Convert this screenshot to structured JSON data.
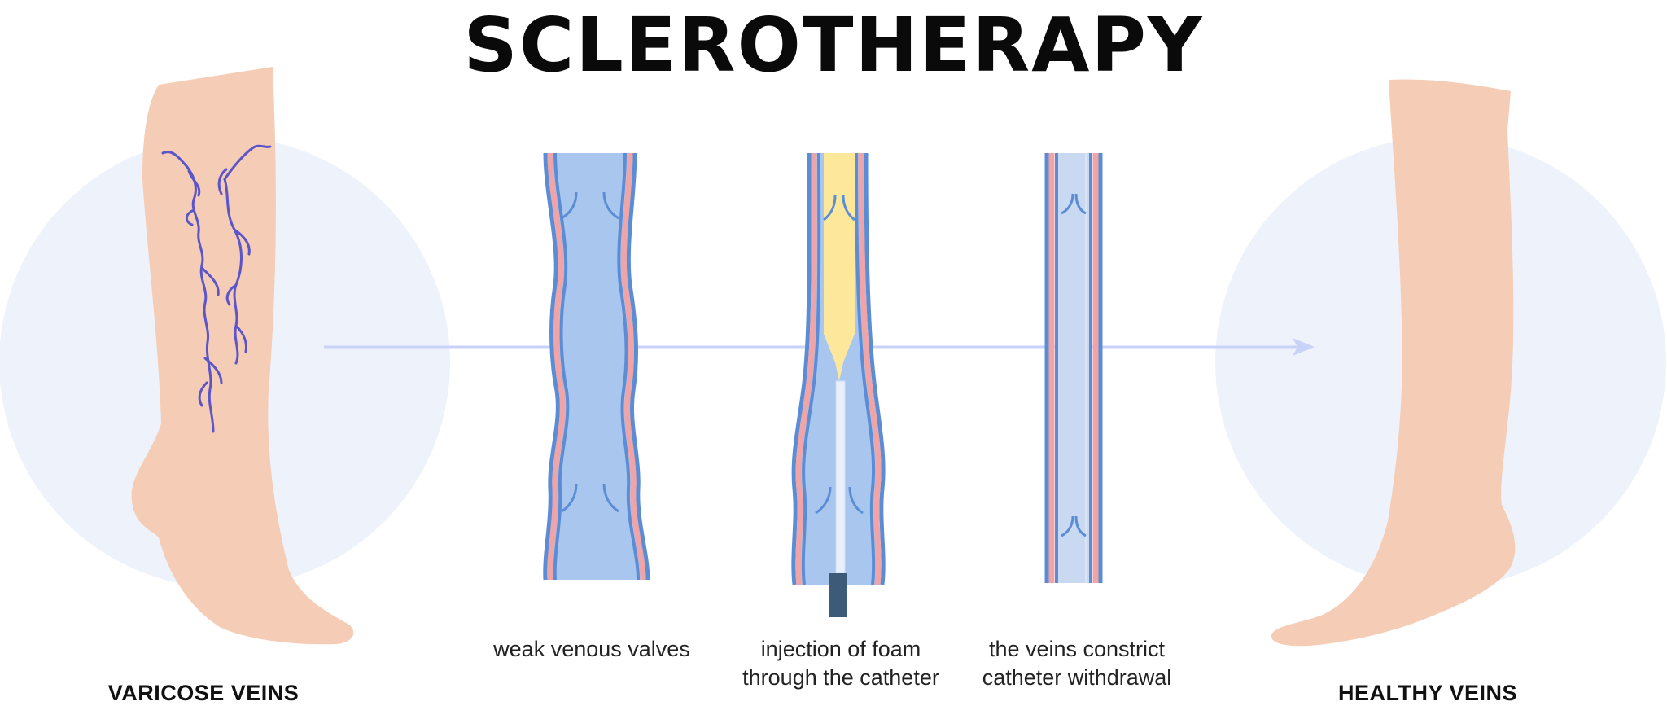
{
  "title": "SCLEROTHERAPY",
  "colors": {
    "skin": "#F5CDB6",
    "circle": "#EEF3FB",
    "vein_outline": "#5B8DD6",
    "vein_fill": "#A9C7EE",
    "vein_wall": "#EFA4A8",
    "foam": "#FCE79B",
    "catheter": "#E8F0FB",
    "catheter_tip": "#3D5A78",
    "varicose": "#5B55C9",
    "arrow": "#C9D2F7"
  },
  "legs": {
    "left_label": "VARICOSE VEINS",
    "right_label": "HEALTHY VEINS"
  },
  "steps": [
    {
      "line1": "weak venous valves",
      "line2": ""
    },
    {
      "line1": "injection of foam",
      "line2": "through the catheter"
    },
    {
      "line1": "the veins constrict",
      "line2": "catheter withdrawal"
    }
  ]
}
